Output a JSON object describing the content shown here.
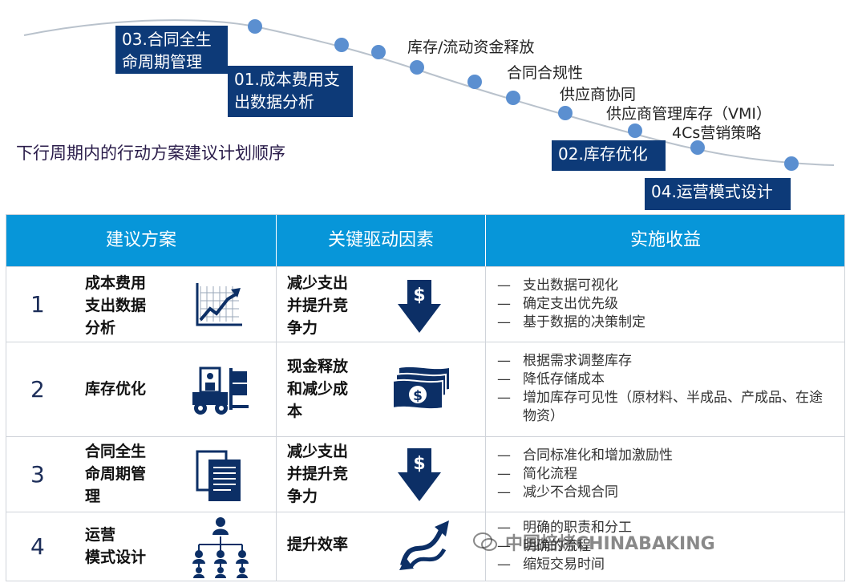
{
  "wave": {
    "subtitle": "下行周期内的行动方案建议计划顺序",
    "callouts": [
      {
        "text": "03.合同全生\n命周期管理"
      },
      {
        "text": "01.成本费用支\n出数据分析"
      },
      {
        "text": "02.库存优化"
      },
      {
        "text": "04.运营模式设计"
      }
    ],
    "steps": [
      "库存/流动资金释放",
      "合同合规性",
      "供应商协同",
      "供应商管理库存（VMI）",
      "4Cs营销策略"
    ]
  },
  "table": {
    "headers": [
      "建议方案",
      "关键驱动因素",
      "实施收益"
    ],
    "rows": [
      {
        "num": "1",
        "plan": "成本费用\n支出数据\n分析",
        "plan_icon": "chart-trend-icon",
        "driver": "减少支出\n并提升竞\n争力",
        "driver_icon": "dollar-down-arrow-icon",
        "benefits": [
          "支出数据可视化",
          "确定支出优先级",
          "基于数据的决策制定"
        ]
      },
      {
        "num": "2",
        "plan": "库存优化",
        "plan_icon": "forklift-icon",
        "driver": "现金释放\n和减少成\n本",
        "driver_icon": "cash-stack-icon",
        "benefits": [
          "根据需求调整库存",
          "降低存储成本",
          "增加库存可见性（原材料、半成品、产成品、在途物资）"
        ]
      },
      {
        "num": "3",
        "plan": "合同全生\n命周期管\n理",
        "plan_icon": "documents-icon",
        "driver": "减少支出\n并提升竞\n争力",
        "driver_icon": "dollar-down-arrow-icon",
        "benefits": [
          "合同标准化和增加激励性",
          "简化流程",
          "减少不合规合同"
        ]
      },
      {
        "num": "4",
        "plan": "运营\n模式设计",
        "plan_icon": "org-chart-icon",
        "driver": "提升效率",
        "driver_icon": "cycle-arrows-icon",
        "benefits": [
          "明确的职责和分工",
          "明确的流程",
          "缩短交易时间"
        ]
      }
    ]
  },
  "watermark": "中国焙烤CHINABAKING",
  "colors": {
    "header_blue": "#0796d9",
    "callout_navy": "#0d3a78",
    "icon_navy": "#0c2f66",
    "curve_dot": "#5b8fd0"
  }
}
